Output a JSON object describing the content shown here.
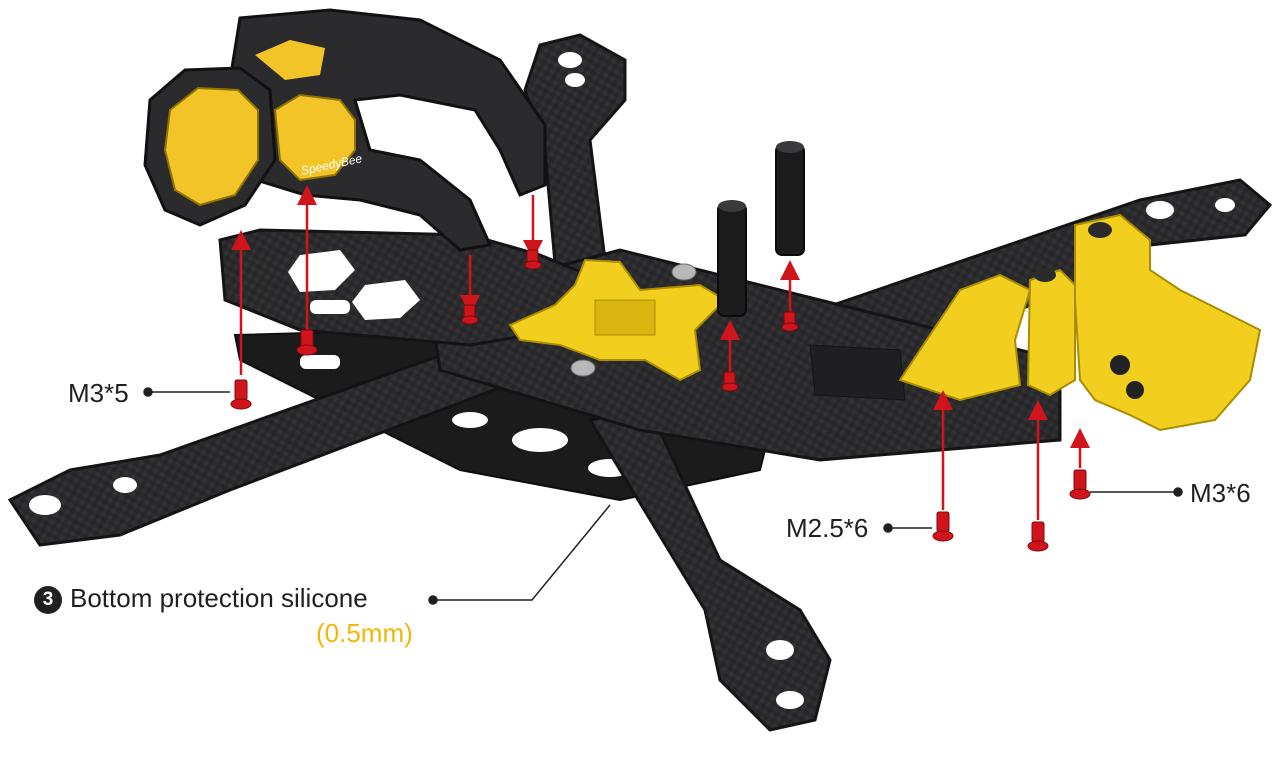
{
  "colors": {
    "carbon": "#2b2b2d",
    "carbon_edge": "#141415",
    "yellow_tpu": "#f2cf1f",
    "screw_red": "#d0141c",
    "arrow_red": "#d0141c",
    "leader": "#231f20",
    "accent_text": "#f2b705"
  },
  "callouts": {
    "m3x5": "M3*5",
    "m3x6": "M3*6",
    "m25x6": "M2.5*6",
    "silicone_step": "3",
    "silicone_label": "Bottom protection silicone",
    "silicone_thickness": "(0.5mm)"
  },
  "logo_text": "SpeedyBee"
}
